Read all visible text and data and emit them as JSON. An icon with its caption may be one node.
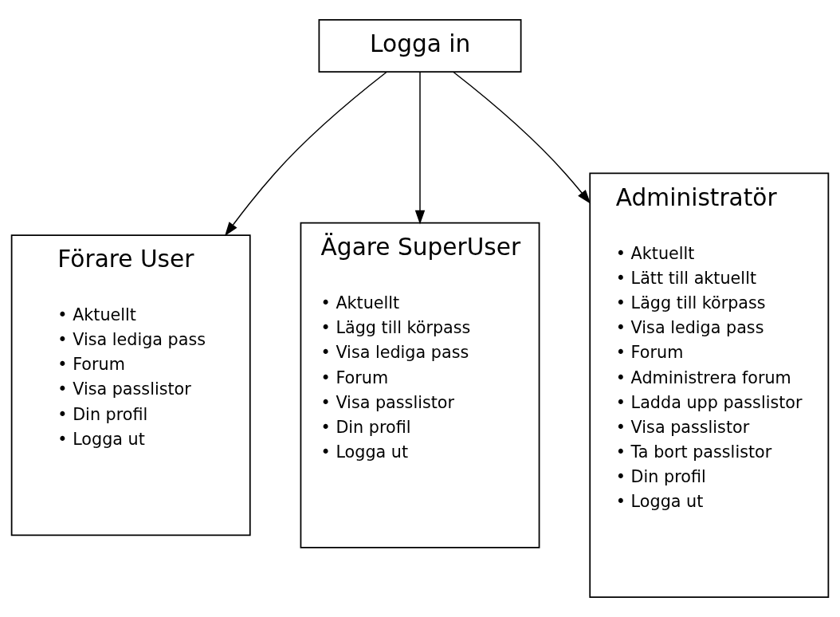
{
  "diagram": {
    "nodes": [
      {
        "text": [
          "Logga in"
        ]
      },
      {
        "text": [
          "Förare User",
          "• Aktuellt",
          "• Visa lediga pass",
          "• Forum",
          "• Visa passlistor",
          "• Din profil",
          "• Logga ut"
        ]
      },
      {
        "text": [
          "Ägare SuperUser",
          "• Aktuellt",
          "• Lägg till körpass",
          "• Visa lediga pass",
          "• Forum",
          "• Visa passlistor",
          "• Din profil",
          "• Logga ut"
        ]
      },
      {
        "text": [
          "Administratör",
          "• Aktuellt",
          "• Lätt till aktuellt",
          "• Lägg till körpass",
          "• Visa lediga pass",
          "• Forum",
          "• Administrera forum",
          "• Ladda upp passlistor",
          "• Visa passlistor",
          "• Ta bort passlistor",
          "• Din profil",
          "• Logga ut"
        ]
      }
    ],
    "edges": [
      {
        "from": 0,
        "to": 1,
        "arrow": "to"
      },
      {
        "from": 0,
        "to": 2,
        "arrow": "to"
      },
      {
        "from": 0,
        "to": 3,
        "arrow": "to"
      }
    ]
  }
}
